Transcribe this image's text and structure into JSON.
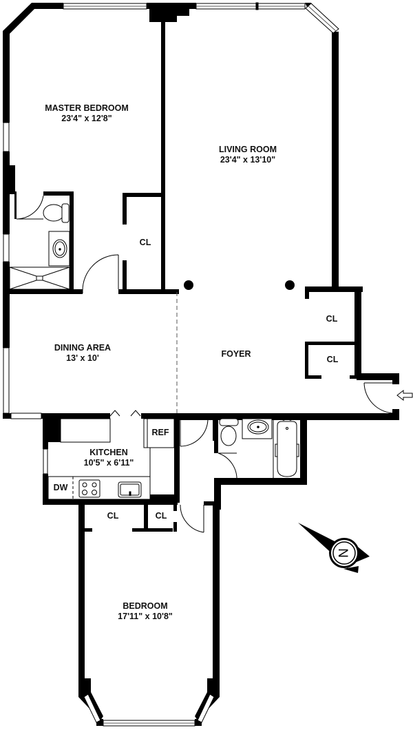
{
  "plan": {
    "type": "apartment floor plan",
    "wall_color": "#000000",
    "background_color": "#ffffff",
    "rooms": [
      {
        "id": "master-bedroom",
        "name": "MASTER BEDROOM",
        "dimensions": "23'4\" x 12'8\""
      },
      {
        "id": "living-room",
        "name": "LIVING ROOM",
        "dimensions": "23'4\" x 13'10\""
      },
      {
        "id": "dining-area",
        "name": "DINING AREA",
        "dimensions": "13' x 10'"
      },
      {
        "id": "foyer",
        "name": "FOYER",
        "dimensions": ""
      },
      {
        "id": "kitchen",
        "name": "KITCHEN",
        "dimensions": "10'5\" x 6'11\""
      },
      {
        "id": "bedroom",
        "name": "BEDROOM",
        "dimensions": "17'11\" x 10'8\""
      }
    ],
    "closets": [
      {
        "id": "closet-master",
        "label": "CL"
      },
      {
        "id": "closet-foyer-upper",
        "label": "CL"
      },
      {
        "id": "closet-foyer-lower",
        "label": "CL"
      },
      {
        "id": "closet-bedroom-left",
        "label": "CL"
      },
      {
        "id": "closet-bedroom-right",
        "label": "CL"
      }
    ],
    "fixtures": {
      "refrigerator": "REF",
      "dishwasher": "DW"
    },
    "icons": {
      "entry": "entry-arrow-icon",
      "compass": "north-compass-icon",
      "compass_letter": "N"
    }
  }
}
